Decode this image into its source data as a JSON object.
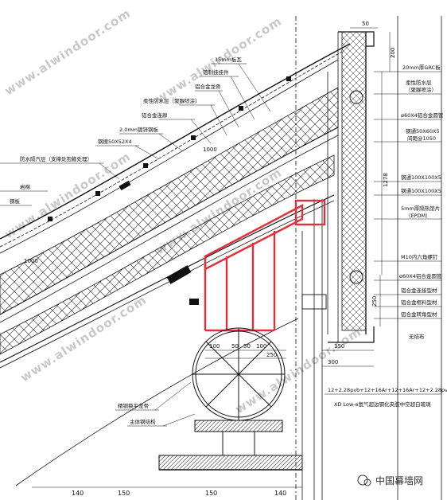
{
  "watermark": {
    "text": "www.alwindoor.com"
  },
  "brand": {
    "text": "中国幕墙网"
  },
  "left_labels": [
    {
      "key": "tile",
      "text": "15mm板瓦"
    },
    {
      "key": "rivet",
      "text": "铝制挂挂件"
    },
    {
      "key": "keel",
      "text": "铝合金龙骨"
    },
    {
      "key": "membrane",
      "text": "柔性防水层（聚脲喷涂）"
    },
    {
      "key": "edge",
      "text": "铝合金连廊"
    },
    {
      "key": "steelplate",
      "text": "2.0mm镀锌钢板"
    },
    {
      "key": "tube",
      "text": "钢檩50X52X4"
    },
    {
      "key": "vapor",
      "text": "防水隔汽层（支撑处抱箍处理）"
    },
    {
      "key": "wool",
      "text": "岩棉"
    },
    {
      "key": "board",
      "text": "钢板"
    },
    {
      "key": "plate_keel",
      "text": "精钢换平龙骨"
    },
    {
      "key": "main_struct",
      "text": "主体钢结构"
    }
  ],
  "right_labels": [
    {
      "key": "grc",
      "text": "20mm厚GRC板"
    },
    {
      "key": "membrane2",
      "text": "柔性防水层"
    },
    {
      "key": "membrane2b",
      "text": "（聚脲喷涂）"
    },
    {
      "key": "al_tube",
      "text": "ø60X4铝合金圆管"
    },
    {
      "key": "steel_tube",
      "text": "钢通50X60X5"
    },
    {
      "key": "spacing",
      "text": "间距@1050"
    },
    {
      "key": "steel_a",
      "text": "钢通100X100X5"
    },
    {
      "key": "steel_b",
      "text": "钢通100X100X5"
    },
    {
      "key": "epdm",
      "text": "5mm厚隔热垫片"
    },
    {
      "key": "epdm2",
      "text": "（EPDM）"
    },
    {
      "key": "bolt",
      "text": "M10内六角螺钉"
    },
    {
      "key": "al_tube2",
      "text": "ø60X4铝合金圆管"
    },
    {
      "key": "al_conn",
      "text": "铝合金连接型材"
    },
    {
      "key": "al_frame",
      "text": "铝合金框料型材"
    },
    {
      "key": "al_trim",
      "text": "铝合金转角型材"
    },
    {
      "key": "sealant",
      "text": "无结布"
    }
  ],
  "glass_spec": {
    "line1": "12+2.28pvb+12+16Ar+12+16Ar+12+2.28pvb+12",
    "line2": "XD Low-e氩气超边钢化夹胶中空超白玻璃"
  },
  "dimensions": {
    "top_50": "50",
    "top_200": "200",
    "side_1278": "1278",
    "side_250": "250",
    "bottom_300": "300",
    "bottom_150": "150",
    "roof_1000a": "1000",
    "roof_1000b": "1000",
    "beam_100": "100",
    "beam_50a": "50",
    "beam_50b": "50",
    "beam_100b": "100",
    "beam_250": "250",
    "base_140a": "140",
    "base_150a": "150",
    "base_150b": "150",
    "base_140b": "140"
  },
  "colors": {
    "line": "#111111",
    "highlight": "#e0303a",
    "watermark": "#c8c8c8"
  }
}
